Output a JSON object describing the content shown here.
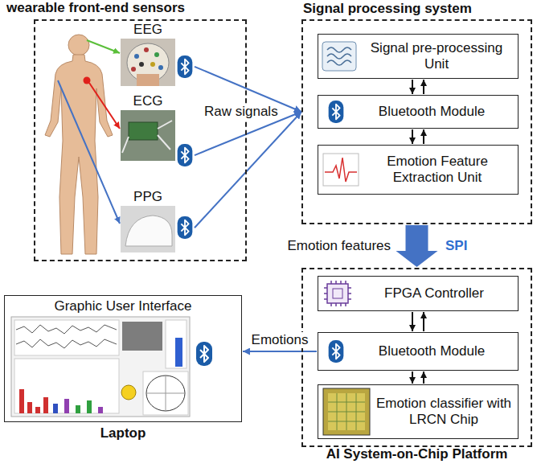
{
  "diagram": {
    "nodes": [
      {
        "text": [
          "wearable front-end sensors"
        ]
      },
      {
        "text": [
          "EEG"
        ],
        "in": 0
      },
      {
        "text": [
          "ECG"
        ],
        "in": 0
      },
      {
        "text": [
          "PPG"
        ],
        "in": 0
      },
      {
        "text": [
          "Signal processing system"
        ]
      },
      {
        "text": [
          "Signal pre-processing Unit"
        ],
        "in": 4
      },
      {
        "text": [
          "Bluetooth Module"
        ],
        "in": 4
      },
      {
        "text": [
          "Emotion Feature Extraction Unit"
        ],
        "in": 4
      },
      {
        "text": [
          "AI System-on-Chip Platform"
        ]
      },
      {
        "text": [
          "FPGA Controller"
        ],
        "in": 8
      },
      {
        "text": [
          "Bluetooth Module"
        ],
        "in": 8
      },
      {
        "text": [
          "Emotion classifier with LRCN Chip"
        ],
        "in": 8
      },
      {
        "text": [
          "Graphic User Interface",
          "Laptop"
        ]
      }
    ],
    "edges": [
      {
        "from": 1,
        "to": 4,
        "arrow": "to"
      },
      {
        "from": 2,
        "to": 4,
        "arrow": "to"
      },
      {
        "from": 3,
        "to": 4,
        "arrow": "to"
      },
      {
        "from": 5,
        "to": 6,
        "arrow": "both"
      },
      {
        "from": 6,
        "to": 7,
        "arrow": "both"
      },
      {
        "from": 4,
        "to": 8,
        "arrow": "to"
      },
      {
        "from": 9,
        "to": 10,
        "arrow": "both"
      },
      {
        "from": 10,
        "to": 11,
        "arrow": "both"
      },
      {
        "from": 10,
        "to": 12,
        "arrow": "to",
        "label": "Emotions"
      }
    ],
    "labels": [
      "Raw signals",
      "Emotion features",
      "SPI"
    ]
  }
}
